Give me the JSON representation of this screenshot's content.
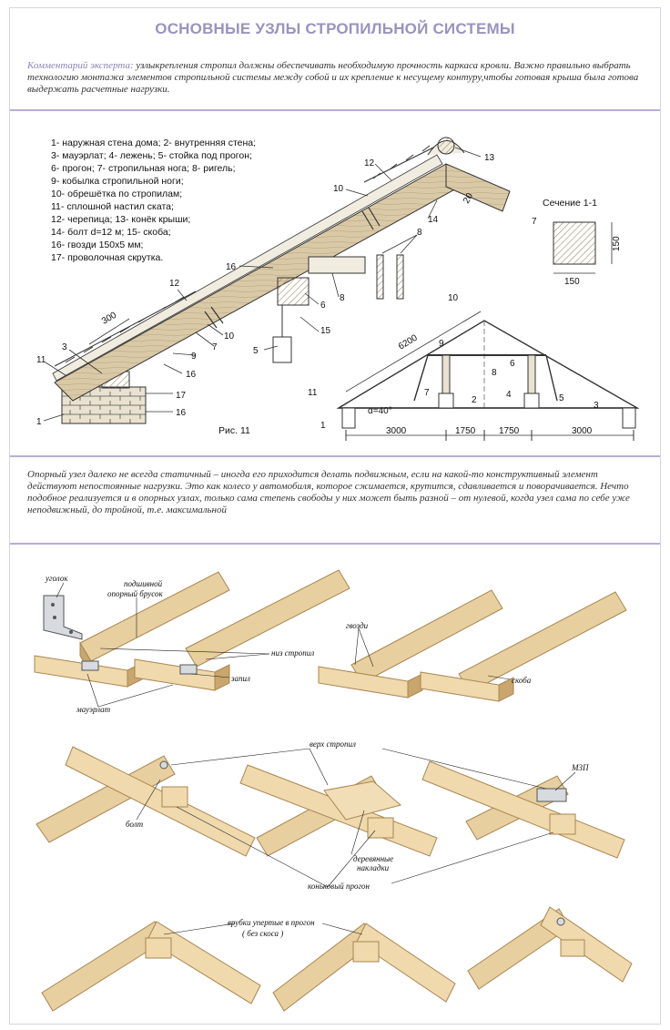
{
  "header": {
    "title": "ОСНОВНЫЕ УЗЛЫ СТРОПИЛЬНОЙ СИСТЕМЫ",
    "comment_lead": "Комментарий эксперта:",
    "comment_text": " узлыкрепления стропил должны обеспечивать необходимую прочность каркаса кровли. Важно правильно выбрать технологию монтажа элементов стропильной системы между собой и их крепление к несущему контуру,чтобы готовая крыша была готова выдержать расчетные нагрузки."
  },
  "legend": [
    "1- наружная стена дома; 2- внутренняя стена;",
    "3- мауэрлат; 4- лежень;  5- стойка под прогон;",
    "6- прогон; 7- стропильная нога;  8- ригель;",
    "9- кобылка стропильной ноги;",
    "10- обрешётка по стропилам;",
    "11- сплошной настил ската;",
    "12- черепица; 13- конёк крыши;",
    "14- болт d=12 м; 15- скоба;",
    "16- гвозди 150х5 мм;",
    "17- проволочная скрутка."
  ],
  "figure": {
    "caption": "Рис. 11",
    "section_title": "Сечение 1-1",
    "section_w": "150",
    "section_h": "150",
    "span_label": "6200",
    "angle_label": "α=40°",
    "dims": [
      "3000",
      "1750",
      "1750",
      "3000"
    ],
    "dim_300": "300",
    "dim_20": "20",
    "callouts": [
      "1",
      "2",
      "3",
      "4",
      "5",
      "6",
      "7",
      "8",
      "9",
      "10",
      "11",
      "12",
      "13",
      "14",
      "15",
      "16",
      "17"
    ]
  },
  "note": {
    "text": "Опорный узел далеко не всегда статичный – иногда его приходится делать подвижным, если на какой-то конструктивный элемент действуют непостоянные нагрузки. Это как колесо у автомобиля, которое сжимается, крутится, сдавливается и поворачивается. Нечто подобное реализуется и в опорных узлах, только сама степень свободы у них может быть разной – от нулевой, когда узел сама по себе уже неподвижный, до тройной, т.е. максимальной"
  },
  "details": {
    "ugolok": "уголок",
    "podshivnoy": "подшивной",
    "opornyi_brusok": "опорный брусок",
    "niz_stropil": "низ стропил",
    "zapil": "запил",
    "mauerlat": "мауэрлат",
    "gvozdi": "гвозди",
    "skoba": "скоба",
    "verh_stropil": "верх стропил",
    "mzp": "МЗП",
    "bolt": "болт",
    "derevyannye": "деревянные",
    "nakladki": "накладки",
    "konkovyi_progon": "коньковый прогон",
    "vrubki": "врубки упертые в прогон",
    "bez_skosa": "( без скоса )"
  },
  "colors": {
    "title": "#9a93bf",
    "divider": "#b8aed4",
    "wood": "#e8cf9f",
    "wood_dark": "#c9a66b",
    "sketch_wood": "#d9c9a6"
  }
}
